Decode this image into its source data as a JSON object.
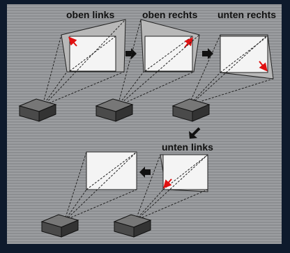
{
  "labels": {
    "step1": "oben links",
    "step2": "oben rechts",
    "step3": "unten rechts",
    "step4": "unten links"
  },
  "colors": {
    "background": "#0e1a2c",
    "panel": "#959799",
    "screen": "#f4f4f4",
    "keystone": "#b8b8b8",
    "corner_arrow": "#e01010",
    "flow_arrow": "#111111",
    "projector": "#555555"
  },
  "icons": {
    "flow": "arrow-right-icon",
    "corner": "corner-adjust-arrow-icon",
    "device": "projector-icon"
  }
}
